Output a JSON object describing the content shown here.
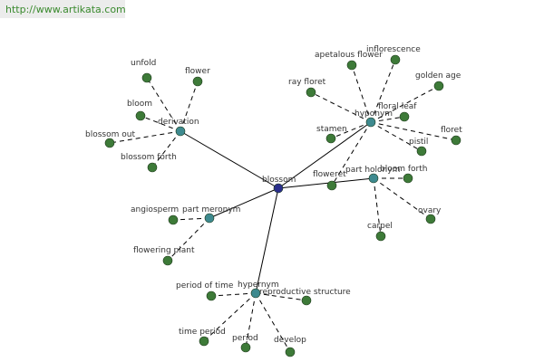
{
  "source_url": "http://www.artikata.com",
  "colors": {
    "center": "#2a2e8c",
    "hub": "#3e8a8f",
    "leaf": "#3d7a38",
    "edge": "#000000",
    "url": "#3a8a2e"
  },
  "nodes": {
    "center": "blossom",
    "hubs": [
      "derivation",
      "hyponym",
      "part holonym",
      "part meronym",
      "hypernym"
    ],
    "derivation_leaves": [
      "unfold",
      "flower",
      "bloom",
      "blossom out",
      "blossom forth"
    ],
    "hyponym_leaves": [
      "apetalous flower",
      "inflorescence",
      "ray floret",
      "golden age",
      "floral leaf",
      "stamen",
      "floret",
      "pistil",
      "floweret"
    ],
    "part_holonym_leaves": [
      "bloom forth",
      "carpel",
      "ovary"
    ],
    "part_meronym_leaves": [
      "angiosperm",
      "flowering plant"
    ],
    "hypernym_leaves": [
      "period of time",
      "reproductive structure",
      "time period",
      "period",
      "develop"
    ]
  }
}
